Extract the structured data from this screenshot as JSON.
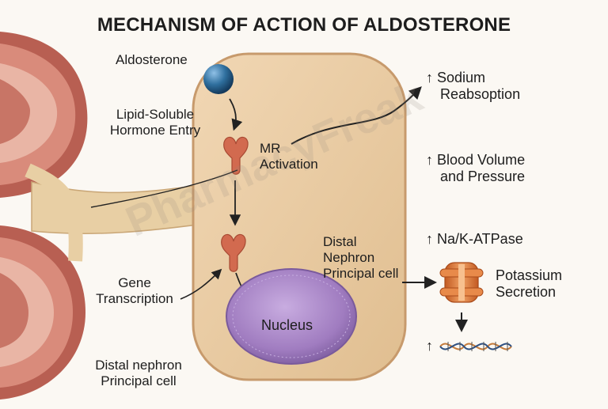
{
  "title": "MECHANISM OF ACTION OF ALDOSTERONE",
  "watermark": "PharmacyFreak",
  "labels": {
    "aldosterone": "Aldosterone",
    "lipid_entry": [
      "Lipid-Soluble",
      "Hormone Entry"
    ],
    "mr_activation": [
      "MR",
      "Activation"
    ],
    "gene_transcription": [
      "Gene",
      "Transcription"
    ],
    "nucleus": "Nucleus",
    "distal_cell_inside": [
      "Distal",
      "Nephron",
      "Principal cell"
    ],
    "distal_cell_bottom": [
      "Distal nephron",
      "Principal cell"
    ]
  },
  "effects": {
    "sodium": [
      "↑ Sodium",
      "Reabsoption"
    ],
    "blood_volume": [
      "↑ Blood Volume",
      "and Pressure"
    ],
    "na_k_atpase": "↑ Na/K-ATPase",
    "potassium": [
      "Potassium",
      "Secretion"
    ],
    "arrow_up": "↑"
  },
  "colors": {
    "cell_fill": "#e8c9a0",
    "cell_border": "#c79a6c",
    "kidney_outer": "#b85f52",
    "kidney_inner": "#e6a99a",
    "hormone": "#2f6f9e",
    "receptor": "#d26a4f",
    "nucleus": "#a07cc0",
    "channel": "#dd7a3a"
  }
}
